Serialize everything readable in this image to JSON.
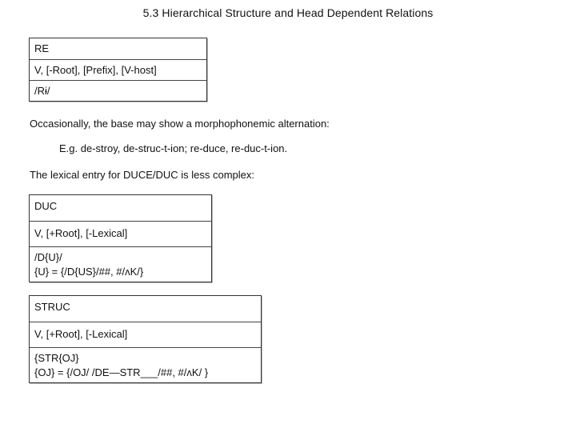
{
  "page": {
    "title": "5.3  Hierarchical Structure and Head Dependent Relations"
  },
  "entries": {
    "re": {
      "name": "RE",
      "features": "V, [-Root], [Prefix], [V-host]",
      "phon": "/Rɨ/"
    },
    "duc": {
      "name": "DUC",
      "features": "V, [+Root], [-Lexical]",
      "phon_lines": [
        "/D{U}/",
        "{U} = {/D{US}/##, #/ʌK/}"
      ]
    },
    "struc": {
      "name": "STRUC",
      "features": "V, [+Root], [-Lexical]",
      "phon_lines": [
        "{STR{OJ}",
        "{OJ} = {/OJ/ /DE—STR___/##, #/ʌK/ }"
      ]
    }
  },
  "text": {
    "alternation": "Occasionally, the base may show a morphophonemic alternation:",
    "example": "E.g.  de-stroy, de-struc-t-ion; re-duce, re-duc-t-ion.",
    "duc_intro": "The lexical entry for DUCE/DUC is less complex:"
  }
}
